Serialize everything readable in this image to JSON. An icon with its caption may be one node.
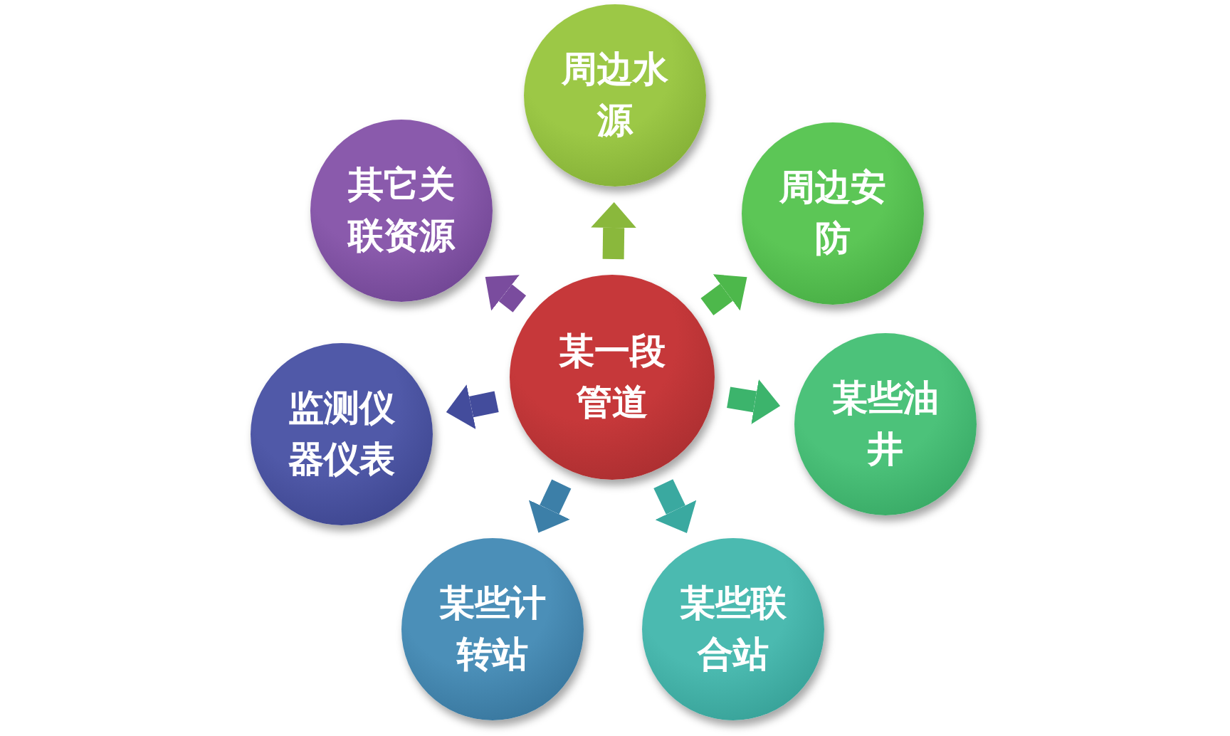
{
  "diagram": {
    "nodes": [
      {
        "text": [
          "某一段管道"
        ]
      },
      {
        "text": [
          "周边水源"
        ]
      },
      {
        "text": [
          "周边安防"
        ]
      },
      {
        "text": [
          "某些油井"
        ]
      },
      {
        "text": [
          "某些联合站"
        ]
      },
      {
        "text": [
          "某些计转站"
        ]
      },
      {
        "text": [
          "监测仪器仪表"
        ]
      },
      {
        "text": [
          "其它关联资源"
        ]
      }
    ],
    "edges": [
      {
        "from": 0,
        "to": 1,
        "arrow": "to",
        "color": "#8ab83c"
      },
      {
        "from": 0,
        "to": 2,
        "arrow": "to",
        "color": "#4db84b"
      },
      {
        "from": 0,
        "to": 3,
        "arrow": "to",
        "color": "#3cb46c"
      },
      {
        "from": 0,
        "to": 4,
        "arrow": "to",
        "color": "#3aa9a0"
      },
      {
        "from": 0,
        "to": 5,
        "arrow": "to",
        "color": "#3c7fa8"
      },
      {
        "from": 0,
        "to": 6,
        "arrow": "to",
        "color": "#434c9c"
      },
      {
        "from": 0,
        "to": 7,
        "arrow": "to",
        "color": "#7a4c9e"
      }
    ]
  }
}
